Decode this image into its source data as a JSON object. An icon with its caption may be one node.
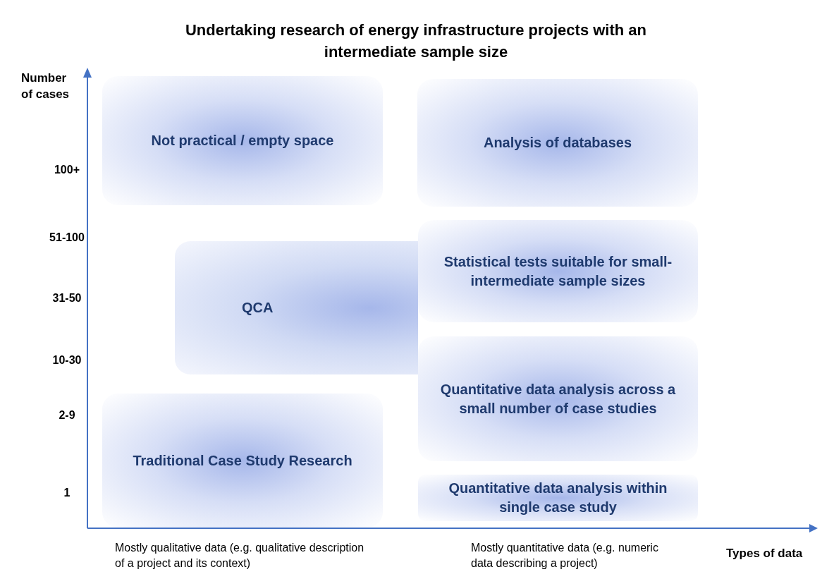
{
  "diagram": {
    "title": "Undertaking research of energy infrastructure projects with an intermediate sample size",
    "nodes": [
      {
        "text": [
          "Not practical / empty space"
        ]
      },
      {
        "text": [
          "Analysis of databases"
        ]
      },
      {
        "text": [
          "Statistical tests suitable for small-intermediate sample sizes"
        ]
      },
      {
        "text": [
          "QCA"
        ]
      },
      {
        "text": [
          "Quantitative data analysis across a small number of case studies"
        ]
      },
      {
        "text": [
          "Traditional Case Study Research"
        ]
      },
      {
        "text": [
          "Quantitative data analysis within single case study"
        ]
      }
    ],
    "labels": [
      "Number of cases",
      "100+",
      "51-100",
      "31-50",
      "10-30",
      "2-9",
      "1",
      "Mostly qualitative data (e.g. qualitative description of a project and its context)",
      "Mostly quantitative data (e.g. numeric data describing a project)",
      "Types of data"
    ]
  }
}
